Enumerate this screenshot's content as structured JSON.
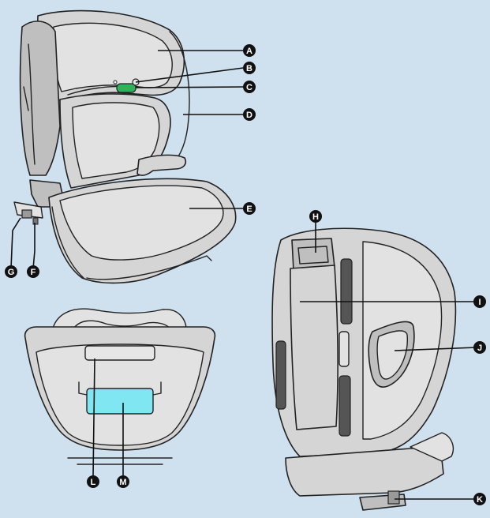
{
  "colors": {
    "background": "#cfe0ee",
    "green_button": "#2fb35a",
    "cyan_handle": "#7fe6f2"
  },
  "callouts": {
    "a": "A",
    "b": "B",
    "c": "C",
    "d": "D",
    "e": "E",
    "f": "F",
    "g": "G",
    "h": "H",
    "i": "I",
    "j": "J",
    "k": "K",
    "l": "L",
    "m": "M"
  }
}
